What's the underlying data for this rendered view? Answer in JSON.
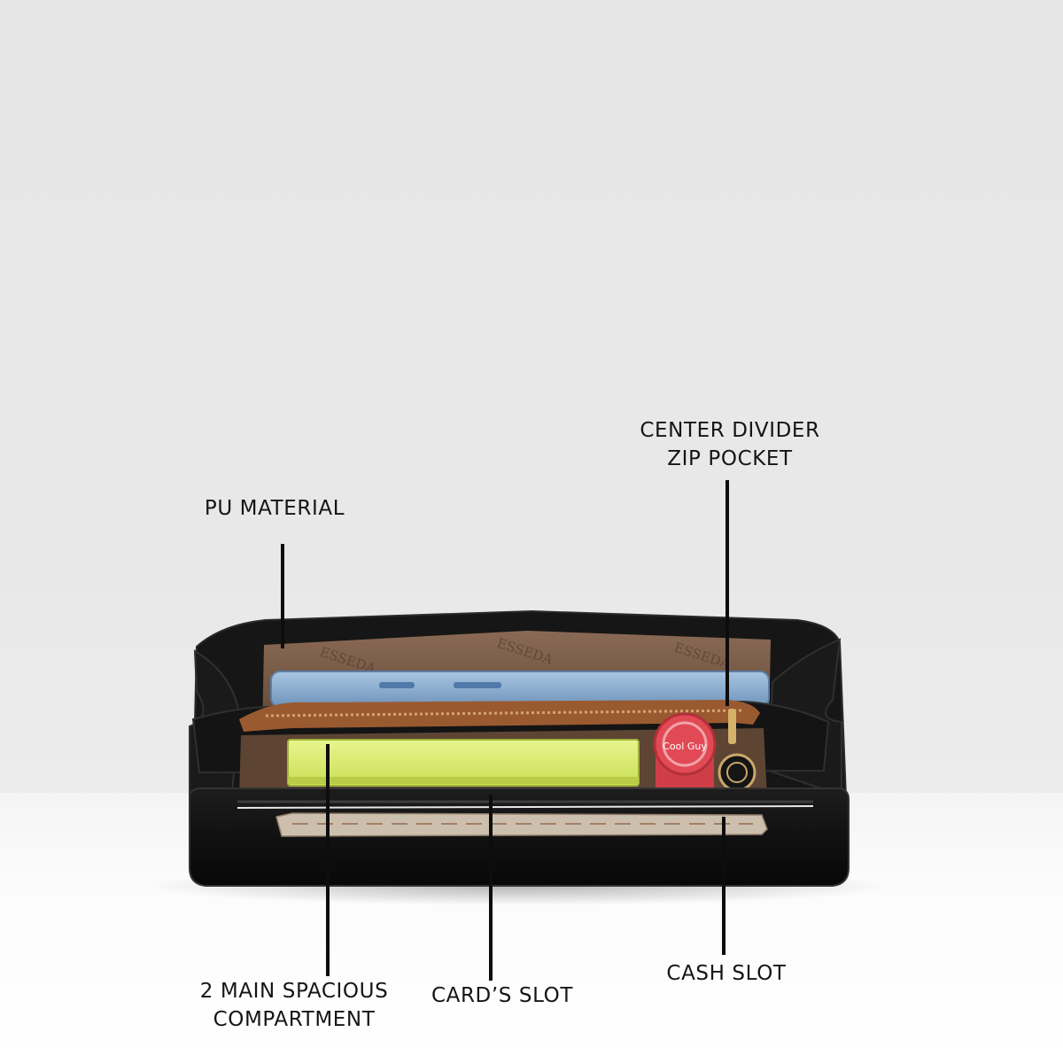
{
  "callouts": {
    "center_divider": {
      "line1": "CENTER DIVIDER",
      "line2": "ZIP POCKET"
    },
    "pu_material": {
      "text": "PU MATERIAL"
    },
    "main_compartment": {
      "line1": "2 MAIN SPACIOUS",
      "line2": "COMPARTMENT"
    },
    "cards_slot": {
      "text": "CARD’S SLOT"
    },
    "cash_slot": {
      "text": "CASH SLOT"
    }
  },
  "colors": {
    "wall": "#e6e6e6",
    "floor": "#ffffff",
    "wallet": "#111111",
    "lining": "#7a5a45",
    "zip_tape": "#9a5a30",
    "note_pad": "#dff07a",
    "lipstick": "#e14a55",
    "phone": "#8fb3d6",
    "label": "#151515"
  },
  "product": {
    "brand_print": "ESSEDA",
    "lipstick_print": "Cool Guy"
  }
}
